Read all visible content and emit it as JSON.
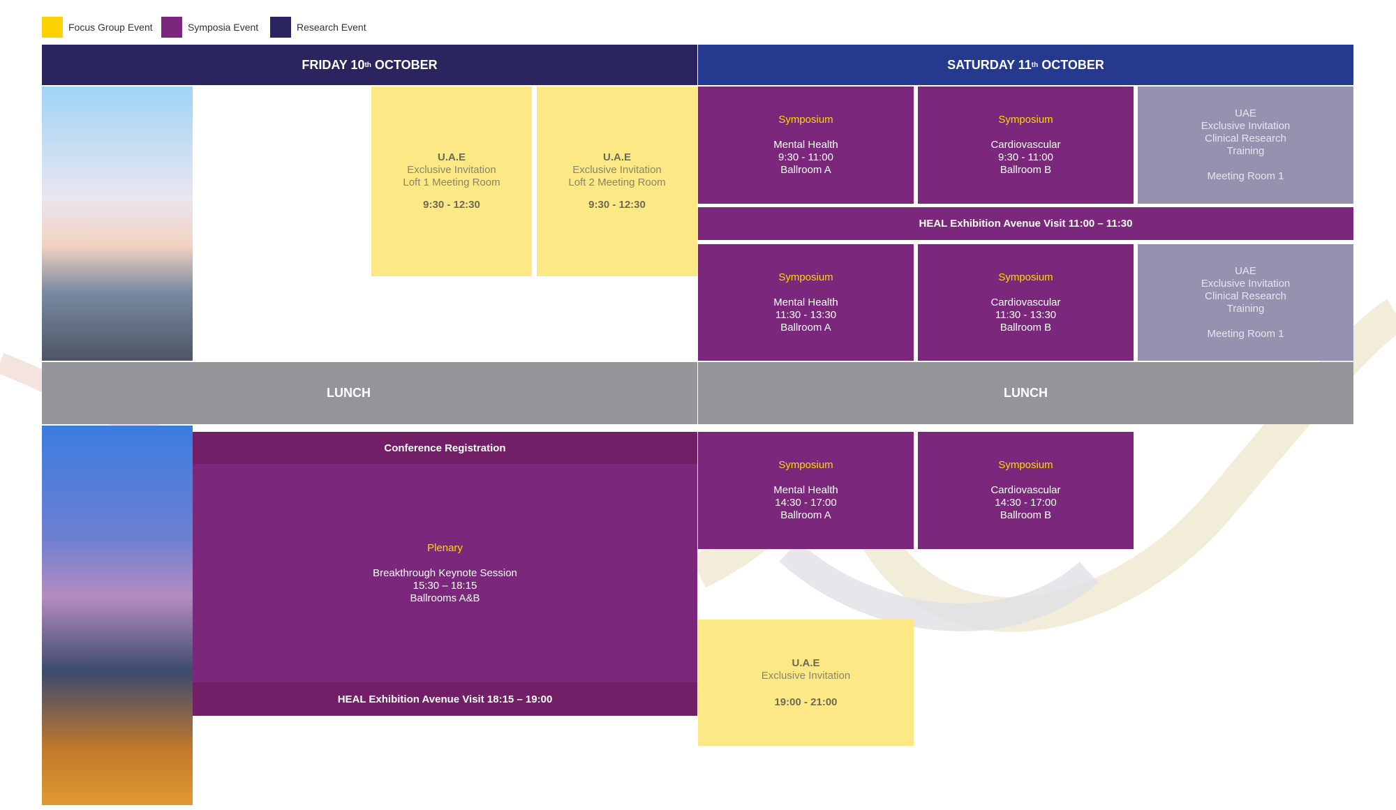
{
  "legend": [
    {
      "label": "Focus Group Event",
      "color": "#fcd200"
    },
    {
      "label": "Symposia Event",
      "color": "#7b287c"
    },
    {
      "label": "Research Event",
      "color": "#2a245f"
    }
  ],
  "friday": {
    "day": "FRIDAY 10",
    "sup": "th",
    "month": " OCTOBER",
    "morning": [
      {
        "title": "U.A.E",
        "line1": "Exclusive Invitation",
        "line2": "Loft 1 Meeting Room",
        "time": "9:30 - 12:30"
      },
      {
        "title": "U.A.E",
        "line1": "Exclusive Invitation",
        "line2": "Loft 2 Meeting Room",
        "time": "9:30 - 12:30"
      }
    ],
    "lunch": "LUNCH",
    "registration": "Conference Registration",
    "plenary": {
      "kind": "Plenary",
      "title": "Breakthrough Keynote Session",
      "time": "15:30 – 18:15",
      "room": "Ballrooms A&B"
    },
    "exhibition": "HEAL Exhibition Avenue Visit 18:15 – 19:00"
  },
  "saturday": {
    "day": "SATURDAY 11",
    "sup": "th",
    "month": " OCTOBER",
    "row1": [
      {
        "kind": "Symposium",
        "topic": "Mental Health",
        "time": "9:30 - 11:00",
        "room": "Ballroom A"
      },
      {
        "kind": "Symposium",
        "topic": "Cardiovascular",
        "time": "9:30 - 11:00",
        "room": "Ballroom B"
      }
    ],
    "research1": {
      "l1": "UAE",
      "l2": "Exclusive Invitation",
      "l3": "Clinical Research",
      "l4": "Training",
      "room": "Meeting Room 1"
    },
    "exhibition": "HEAL Exhibition Avenue Visit 11:00 – 11:30",
    "row2": [
      {
        "kind": "Symposium",
        "topic": "Mental Health",
        "time": "11:30 - 13:30",
        "room": "Ballroom A"
      },
      {
        "kind": "Symposium",
        "topic": "Cardiovascular",
        "time": "11:30 - 13:30",
        "room": "Ballroom B"
      }
    ],
    "research2": {
      "l1": "UAE",
      "l2": "Exclusive Invitation",
      "l3": "Clinical Research",
      "l4": "Training",
      "room": "Meeting Room 1"
    },
    "lunch": "LUNCH",
    "row3": [
      {
        "kind": "Symposium",
        "topic": "Mental Health",
        "time": "14:30 - 17:00",
        "room": "Ballroom A"
      },
      {
        "kind": "Symposium",
        "topic": "Cardiovascular",
        "time": "14:30 - 17:00",
        "room": "Ballroom B"
      }
    ],
    "evening": {
      "title": "U.A.E",
      "line1": "Exclusive Invitation",
      "time": "19:00 - 21:00"
    }
  }
}
